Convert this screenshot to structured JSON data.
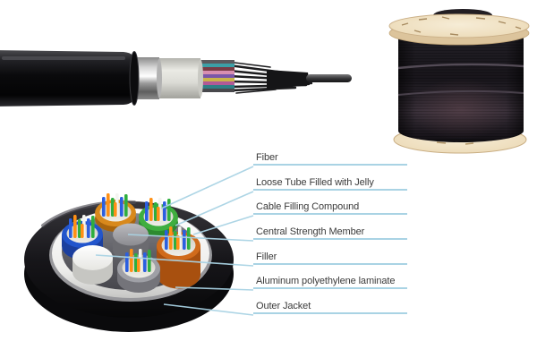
{
  "diagram": {
    "labels": [
      {
        "id": "fiber",
        "text": "Fiber"
      },
      {
        "id": "loose-tube",
        "text": "Loose Tube Filled with Jelly"
      },
      {
        "id": "cable-filling-compound",
        "text": "Cable Filling Compound"
      },
      {
        "id": "central-strength-member",
        "text": "Central Strength Member"
      },
      {
        "id": "filler",
        "text": "Filler"
      },
      {
        "id": "aluminum-laminate",
        "text": "Aluminum polyethylene laminate"
      },
      {
        "id": "outer-jacket",
        "text": "Outer Jacket"
      }
    ],
    "callout_line_color": "#a9d3e4",
    "label_text_color": "#3a3a3a",
    "tube_colors": {
      "golden": "#d8891c",
      "green": "#3fae3f",
      "orange": "#d06b1b",
      "blue": "#2255cc",
      "gray": "#9fa0a6"
    },
    "fiber_stick_colors": [
      "#2b5fe0",
      "#ff9015",
      "#2fae3f",
      "#f4f4f0"
    ]
  }
}
